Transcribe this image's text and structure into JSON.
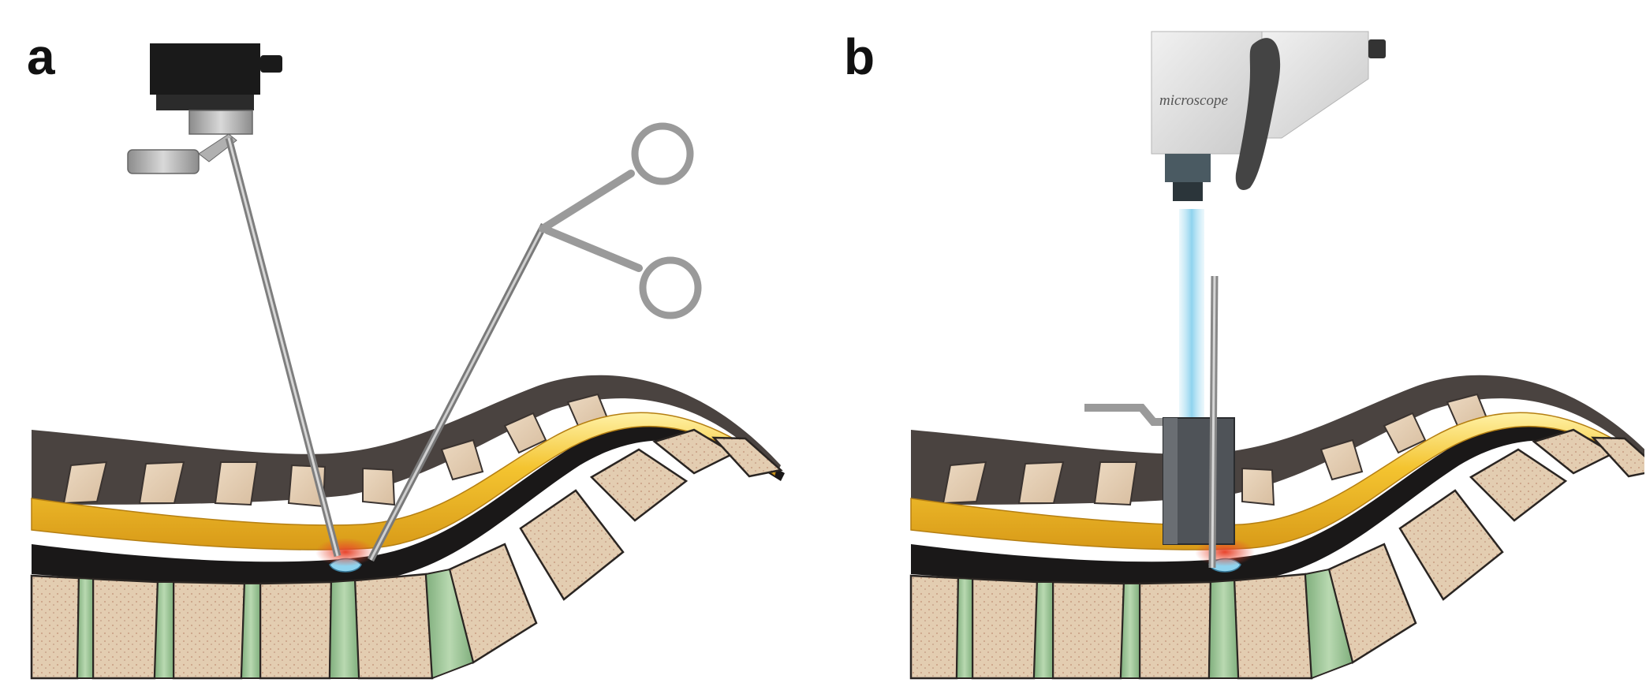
{
  "panels": [
    {
      "letter": "a"
    },
    {
      "letter": "b",
      "scope_label": "microscope"
    }
  ]
}
